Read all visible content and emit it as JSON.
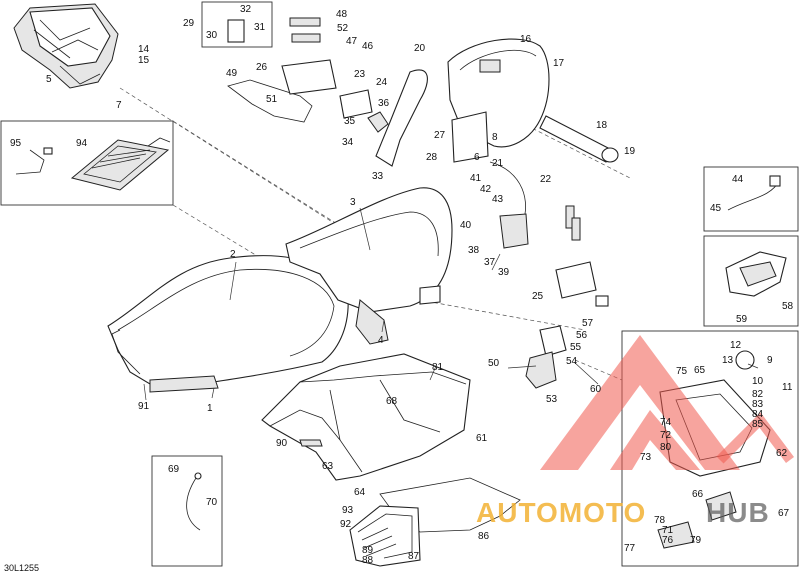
{
  "diagram": {
    "reference_code": "30L1255",
    "watermark": {
      "part1": "AUTOMOTO",
      "part2": "HUB",
      "color_primary": "#f05a4f",
      "color_accent": "#f2b234",
      "color_dark": "#5a5a5a"
    },
    "callouts": [
      "1",
      "2",
      "3",
      "4",
      "5",
      "6",
      "7",
      "8",
      "9",
      "10",
      "11",
      "12",
      "13",
      "14",
      "15",
      "16",
      "17",
      "18",
      "19",
      "20",
      "21",
      "22",
      "23",
      "24",
      "25",
      "26",
      "27",
      "28",
      "29",
      "30",
      "31",
      "32",
      "33",
      "34",
      "35",
      "36",
      "37",
      "38",
      "39",
      "40",
      "41",
      "42",
      "43",
      "44",
      "45",
      "46",
      "47",
      "48",
      "49",
      "50",
      "51",
      "52",
      "53",
      "54",
      "55",
      "56",
      "57",
      "58",
      "59",
      "60",
      "61",
      "62",
      "63",
      "64",
      "65",
      "66",
      "67",
      "68",
      "69",
      "70",
      "71",
      "72",
      "73",
      "74",
      "75",
      "76",
      "77",
      "78",
      "79",
      "80",
      "81",
      "82",
      "83",
      "84",
      "85",
      "86",
      "87",
      "88",
      "89",
      "90",
      "91",
      "92",
      "93",
      "94",
      "95"
    ]
  }
}
